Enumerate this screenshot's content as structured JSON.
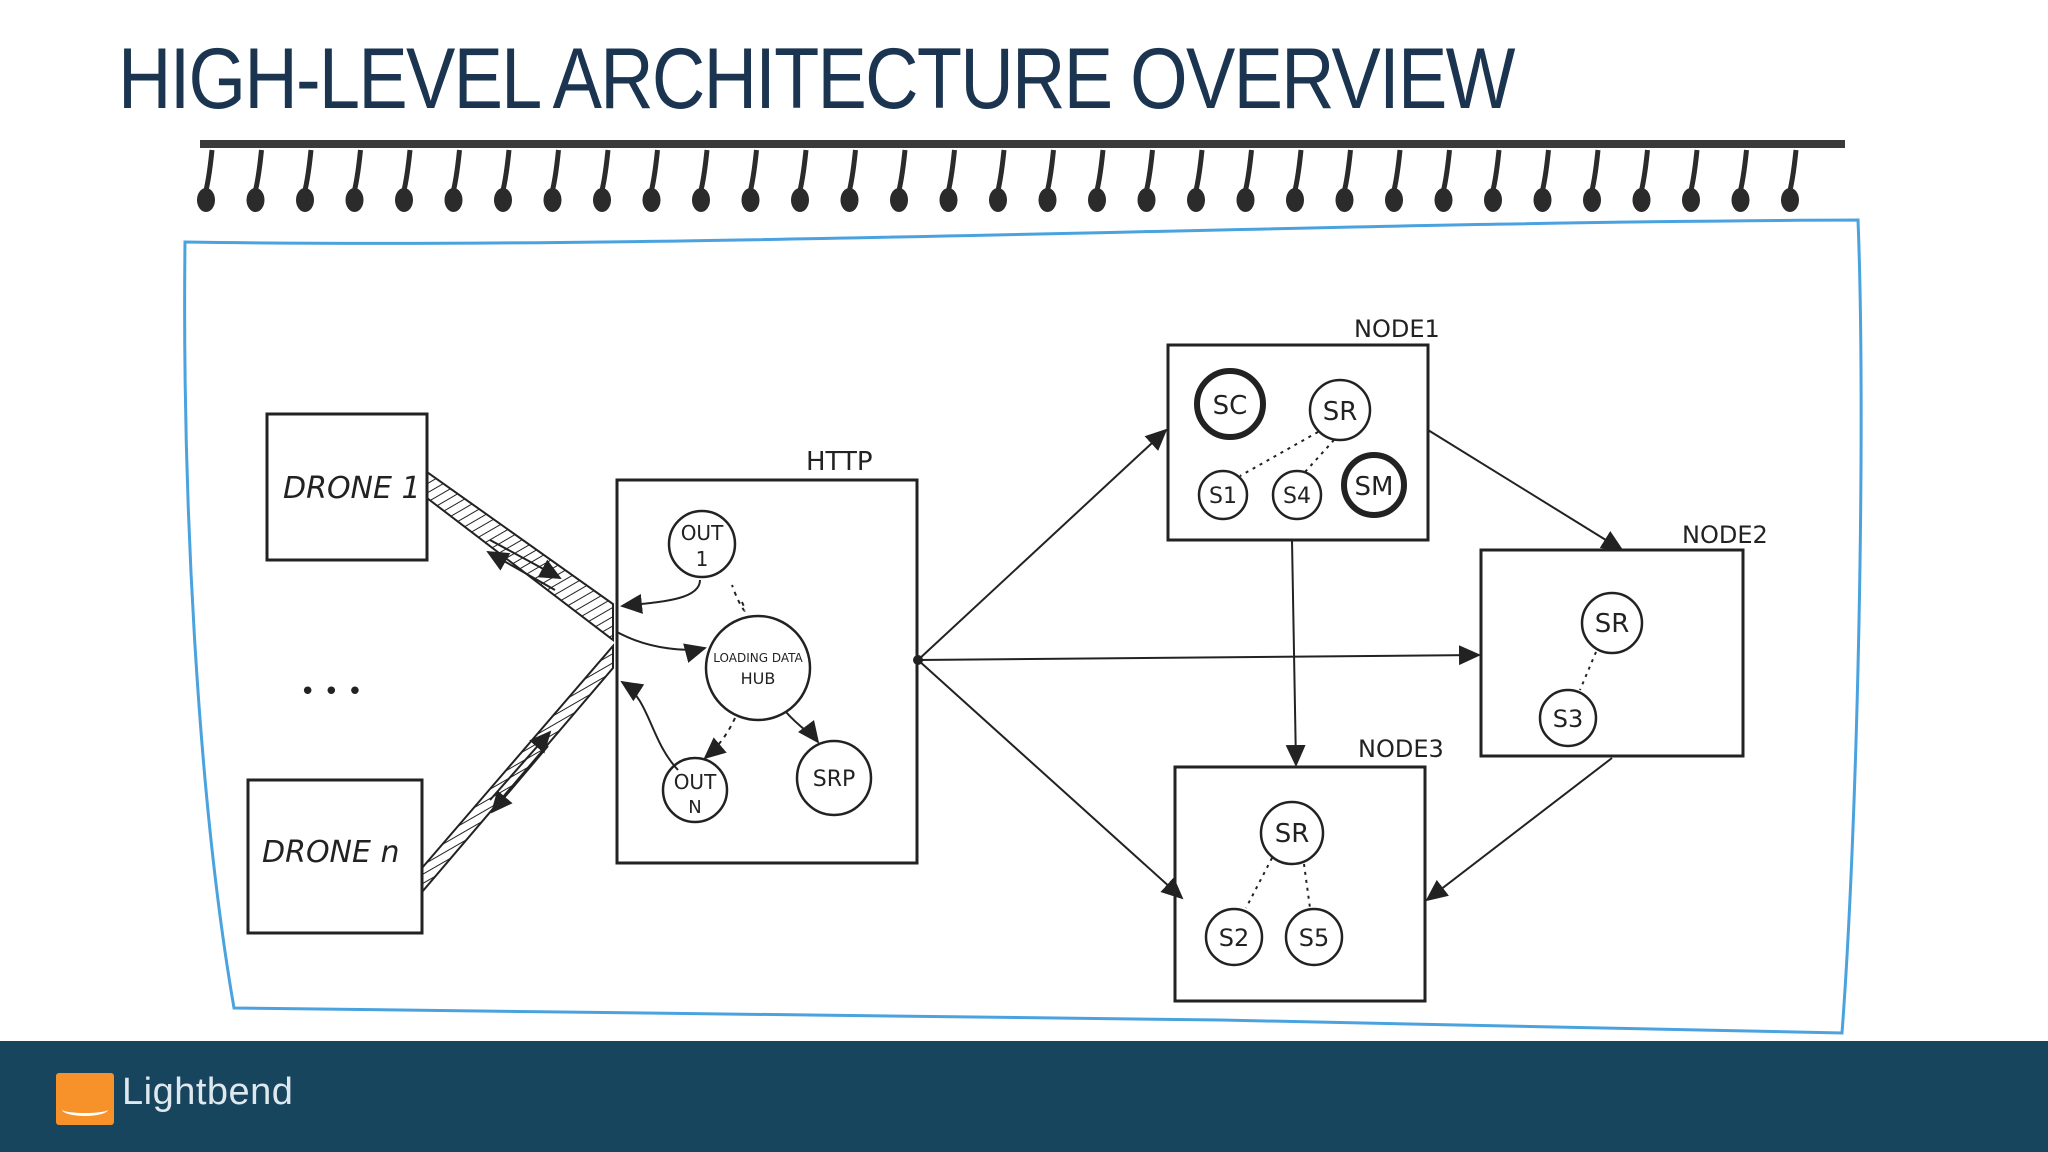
{
  "slide": {
    "title": "HIGH-LEVEL ARCHITECTURE OVERVIEW"
  },
  "diagram": {
    "drone_1": "DRONE 1",
    "ellipsis": "• • •",
    "drone_n": "DRONE n",
    "http_label": "HTTP",
    "out1_a": "OUT",
    "out1_b": "1",
    "hub_a": "LOADING DATA",
    "hub_b": "HUB",
    "outn_a": "OUT",
    "outn_b": "N",
    "srp": "SRP",
    "node1_label": "NODE1",
    "sc": "SC",
    "sr_node1": "SR",
    "s1": "S1",
    "s4": "S4",
    "sm": "SM",
    "node2_label": "NODE2",
    "sr_node2": "SR",
    "s3": "S3",
    "node3_label": "NODE3",
    "sr_node3": "SR",
    "s2": "S2",
    "s5": "S5"
  },
  "footer": {
    "brand": "Lightbend"
  },
  "colors": {
    "title": "#1b3550",
    "footer_bg": "#16455d",
    "logo": "#f7922a",
    "paper_border": "#4aa3df"
  }
}
